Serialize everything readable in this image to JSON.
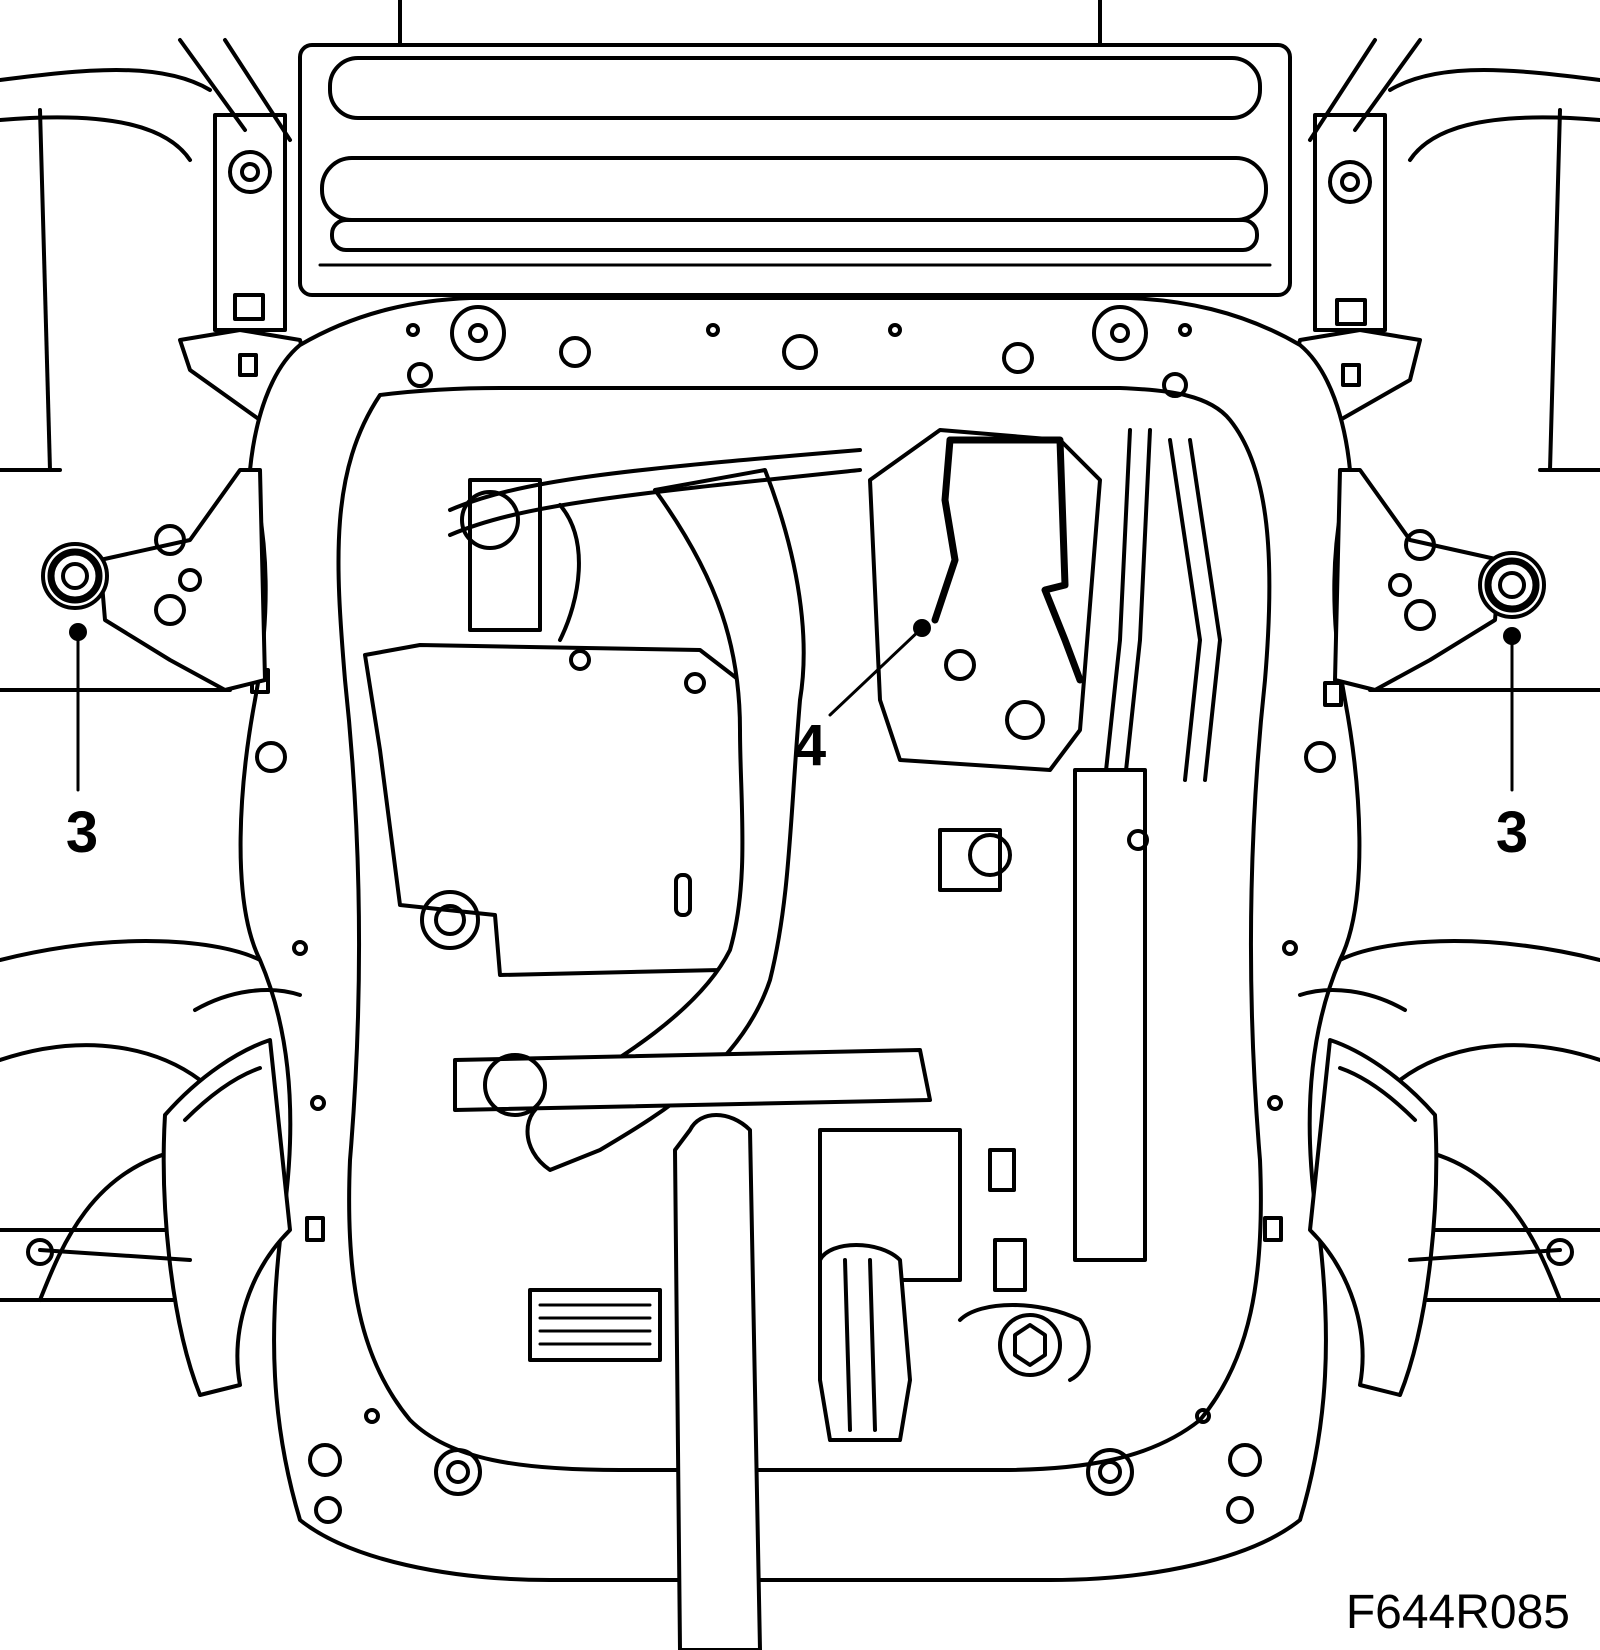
{
  "callouts": {
    "left_mount": "3",
    "right_mount": "3",
    "rear_mount": "4"
  },
  "figure_code": "F644R085"
}
